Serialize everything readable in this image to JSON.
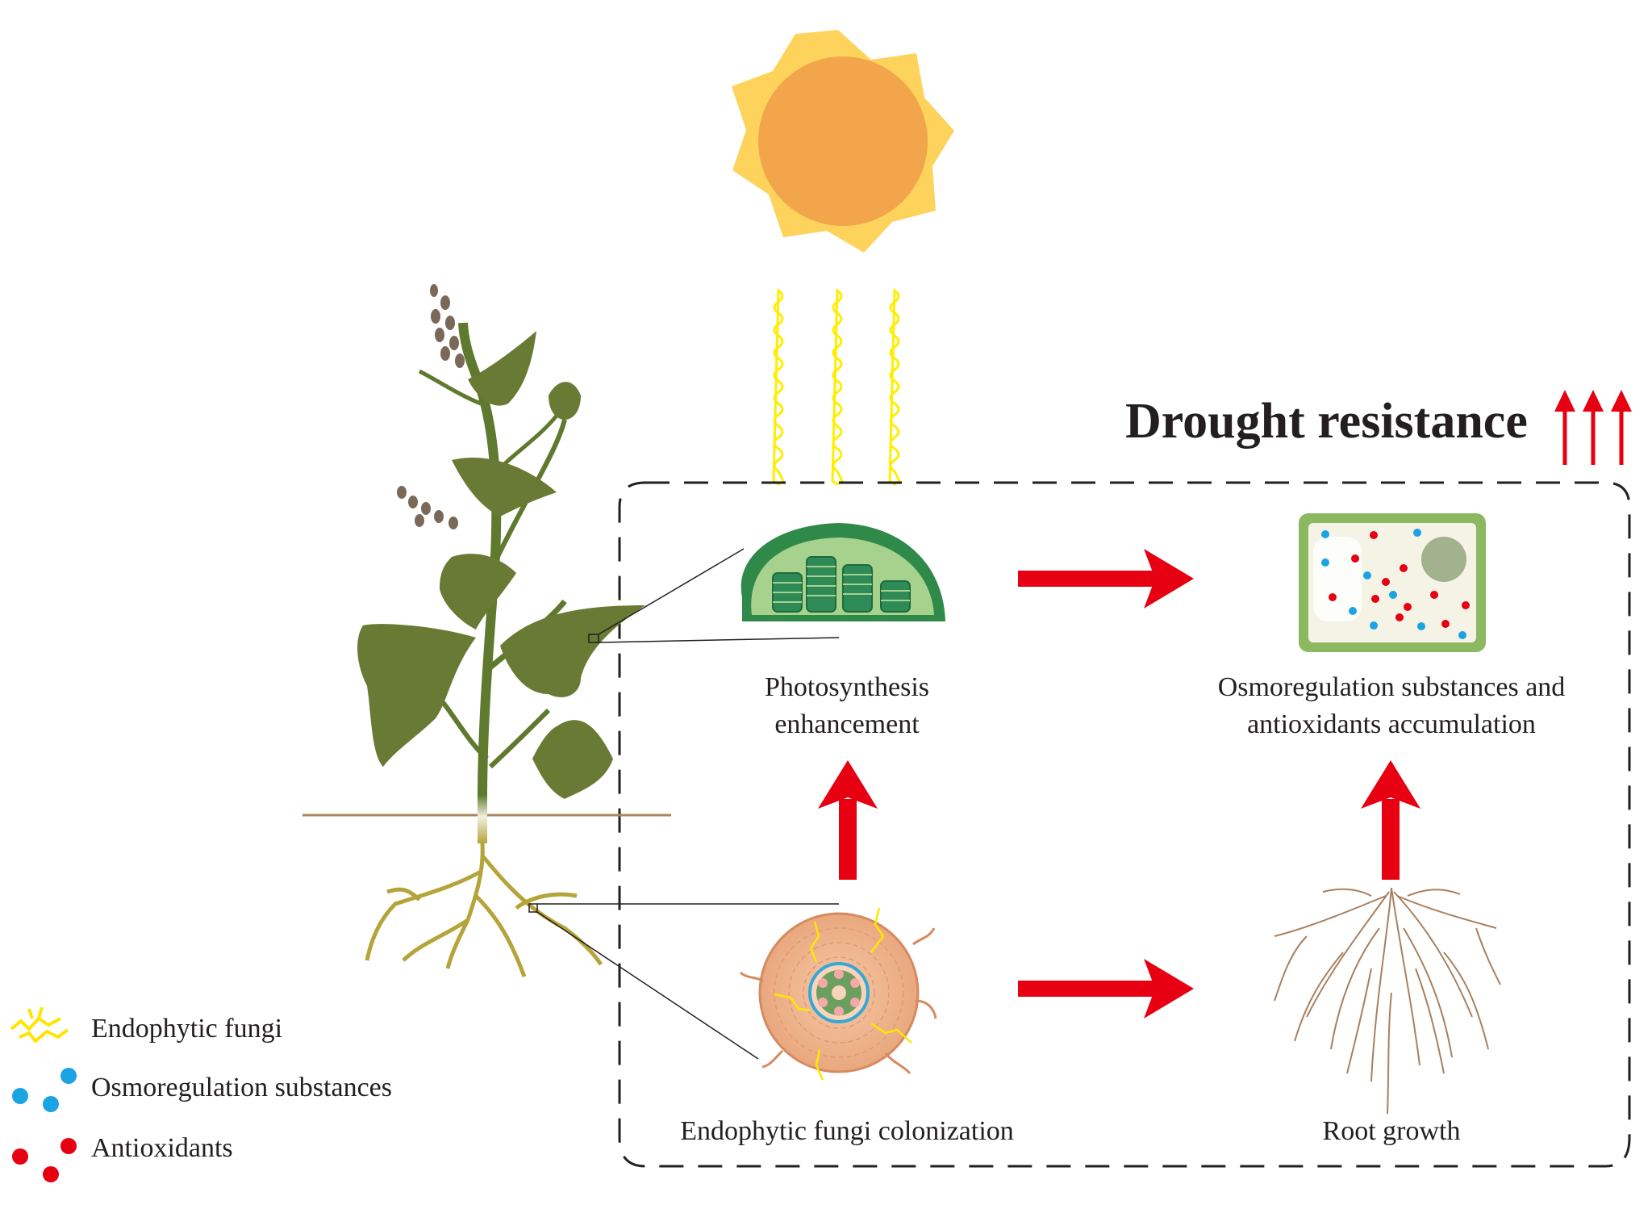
{
  "title": "Drought resistance",
  "labels": {
    "photosynthesis_line1": "Photosynthesis",
    "photosynthesis_line2": "enhancement",
    "accumulation_line1": "Osmoregulation substances and",
    "accumulation_line2": "antioxidants accumulation",
    "colonization": "Endophytic fungi colonization",
    "root_growth": "Root growth"
  },
  "legend": [
    {
      "icon": "fungi-icon",
      "label": "Endophytic fungi",
      "color": "#ffe600"
    },
    {
      "icon": "blue-dots-icon",
      "label": "Osmoregulation substances",
      "color": "#1ca3e3"
    },
    {
      "icon": "red-dots-icon",
      "label": "Antioxidants",
      "color": "#e60012"
    }
  ],
  "colors": {
    "arrow": "#e60012",
    "sun_core": "#f2a54a",
    "sun_rays": "#fdd35c",
    "leaf": "#697a34",
    "root": "#b5a43a",
    "light_wave": "#ffee00"
  }
}
